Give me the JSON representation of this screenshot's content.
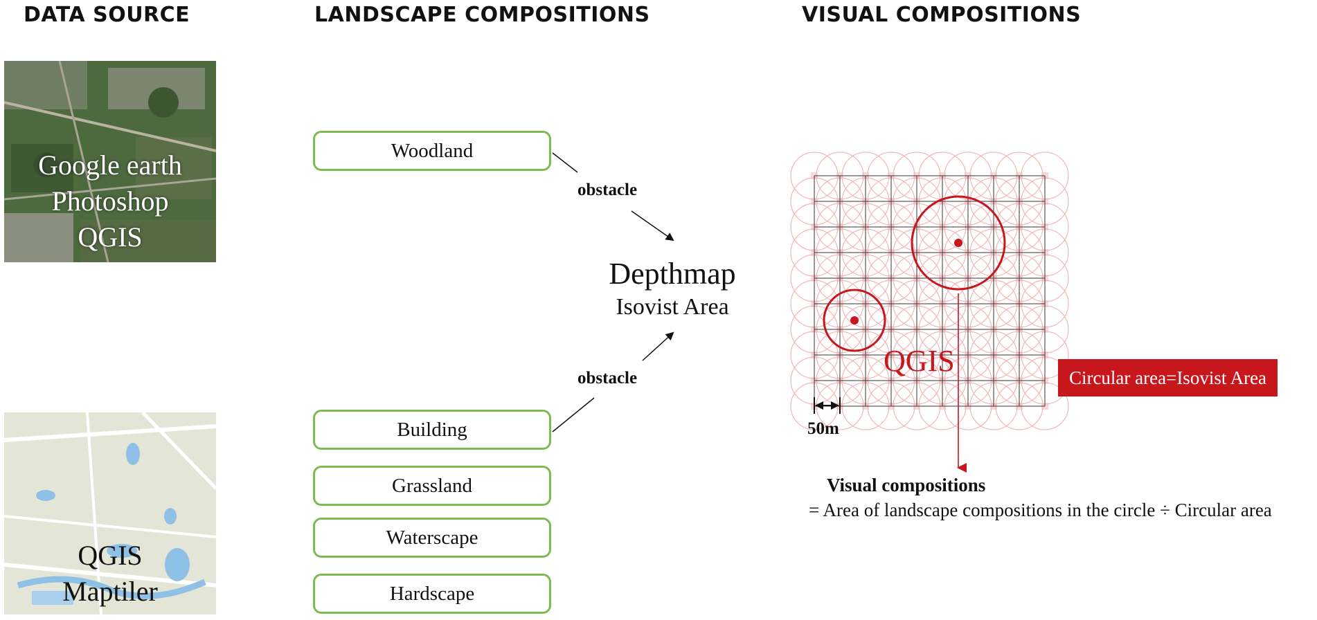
{
  "headings": {
    "data_source": "DATA SOURCE",
    "landscape": "LANDSCAPE COMPOSITIONS",
    "visual": "VISUAL COMPOSITIONS"
  },
  "data_sources": [
    {
      "lines": [
        "Google earth",
        "Photoshop",
        "QGIS"
      ]
    },
    {
      "lines": [
        "QGIS",
        "Maptiler"
      ]
    }
  ],
  "landscape_boxes": [
    "Woodland",
    "Building",
    "Grassland",
    "Waterscape",
    "Hardscape"
  ],
  "obstacle_label": "obstacle",
  "depthmap": {
    "title": "Depthmap",
    "subtitle": "Isovist Area"
  },
  "visual": {
    "grid_label": "QGIS",
    "scale_label": "50m",
    "legend": "Circular area=Isovist Area",
    "result_title": "Visual compositions",
    "result_formula": "= Area of landscape compositions in the circle ÷ Circular area"
  },
  "colors": {
    "accent_red": "#c8161d",
    "box_border_green": "#7cba52",
    "grid_circle_pink": "#f2b8bb"
  }
}
